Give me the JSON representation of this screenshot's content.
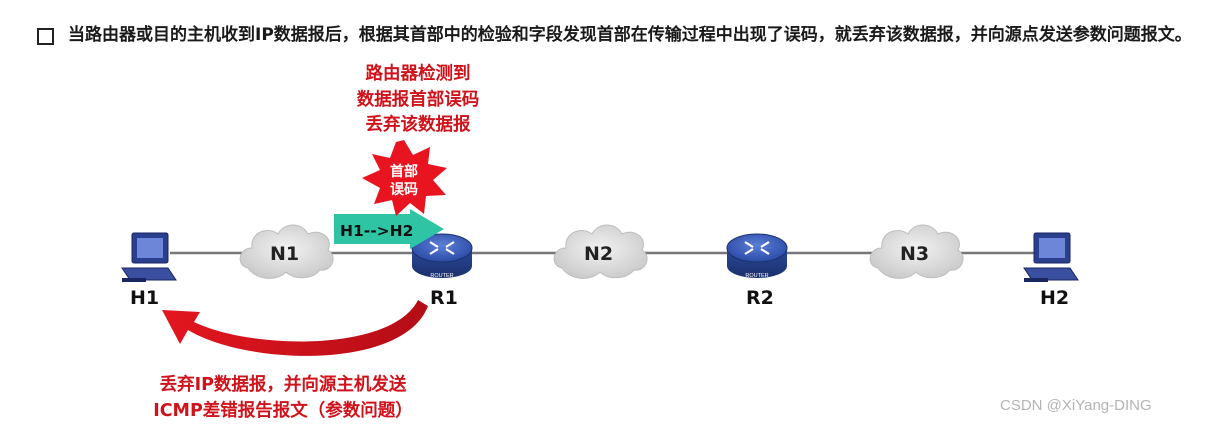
{
  "heading": {
    "bullet_icon": "checkbox-square-icon",
    "text": "当路由器或目的主机收到IP数据报后，根据其首部中的检验和字段发现首部在传输过程中出现了误码，就丢弃该数据报，并向源点发送参数问题报文。"
  },
  "callout": {
    "line1": "路由器检测到",
    "line2": "数据报首部误码",
    "line3": "丢弃该数据报"
  },
  "error_burst": {
    "line1": "首部",
    "line2": "误码",
    "color": "#e8141f"
  },
  "packet": {
    "label": "H1-->H2",
    "color": "#2ec4a4"
  },
  "nodes": {
    "h1": "H1",
    "r1": "R1",
    "r2": "R2",
    "h2": "H2"
  },
  "networks": {
    "n1": "N1",
    "n2": "N2",
    "n3": "N3"
  },
  "router_badge": "ROUTER",
  "icmp_message": {
    "line1": "丢弃IP数据报，并向源主机发送",
    "line2": "ICMP差错报告报文（参数问题）",
    "color": "#c8101a"
  },
  "watermark": "CSDN @XiYang-DING"
}
